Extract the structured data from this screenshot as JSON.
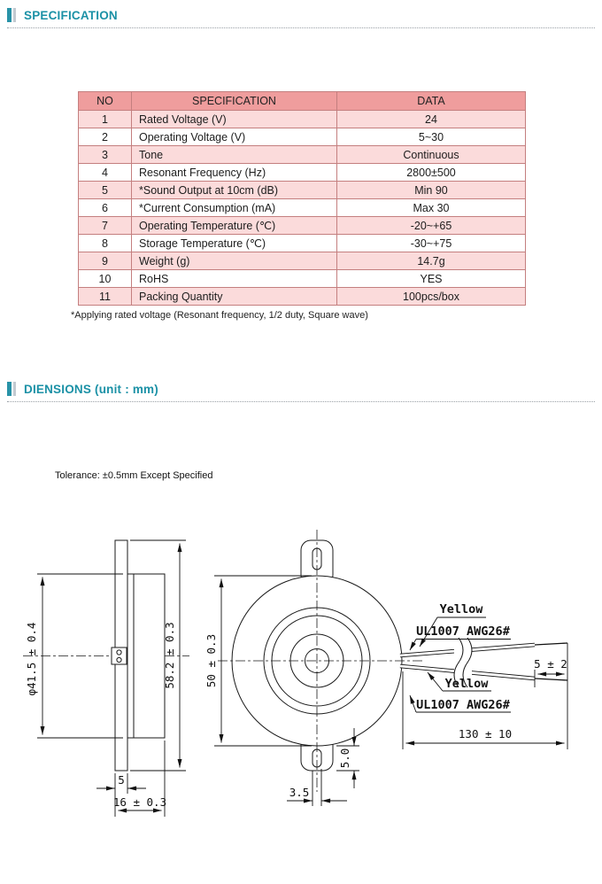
{
  "theme": {
    "accent": "#1b91a6",
    "section_marker": "#2792a7",
    "section_marker_secondary": "#c3cad1",
    "table_header_bg": "#ef9d9d",
    "table_row_alt_bg": "#fbdbdb",
    "table_border": "#c47f7f",
    "divider": "#9aa0a6",
    "ink": "#1a1a1a"
  },
  "sections": {
    "specification": {
      "title": "SPECIFICATION"
    },
    "dimensions": {
      "title": "DIENSIONS (unit : mm)"
    }
  },
  "table": {
    "headers": [
      "NO",
      "SPECIFICATION",
      "DATA"
    ],
    "rows": [
      {
        "no": "1",
        "spec": "Rated Voltage (V)",
        "data": "24"
      },
      {
        "no": "2",
        "spec": "Operating Voltage (V)",
        "data": "5~30"
      },
      {
        "no": "3",
        "spec": "Tone",
        "data": "Continuous"
      },
      {
        "no": "4",
        "spec": "Resonant Frequency (Hz)",
        "data": "2800±500"
      },
      {
        "no": "5",
        "spec": "*Sound Output at 10cm (dB)",
        "data": "Min 90"
      },
      {
        "no": "6",
        "spec": "*Current Consumption (mA)",
        "data": "Max 30"
      },
      {
        "no": "7",
        "spec": "Operating Temperature (℃)",
        "data": "-20~+65"
      },
      {
        "no": "8",
        "spec": "Storage Temperature (℃)",
        "data": "-30~+75"
      },
      {
        "no": "9",
        "spec": "Weight (g)",
        "data": "14.7g"
      },
      {
        "no": "10",
        "spec": "RoHS",
        "data": "YES"
      },
      {
        "no": "11",
        "spec": "Packing Quantity",
        "data": "100pcs/box"
      }
    ],
    "footnote": "*Applying rated voltage (Resonant frequency, 1/2 duty, Square wave)"
  },
  "drawing": {
    "tolerance_note": "Tolerance:  ±0.5mm Except Specified",
    "labels": {
      "body_diameter": "φ41.5 ± 0.4",
      "overall_height": "58.2 ± 0.3",
      "flange_thickness": "5",
      "total_depth": "16 ± 0.3",
      "front_diameter": "50 ± 0.3",
      "ear_extension": "5.0",
      "slot_width": "3.5",
      "wire_length": "130 ± 10",
      "strip_length": "5 ± 2",
      "wire_top_color": "Yellow",
      "wire_top_spec": "UL1007 AWG26#",
      "wire_bottom_color": "Yellow",
      "wire_bottom_spec": "UL1007 AWG26#"
    }
  }
}
